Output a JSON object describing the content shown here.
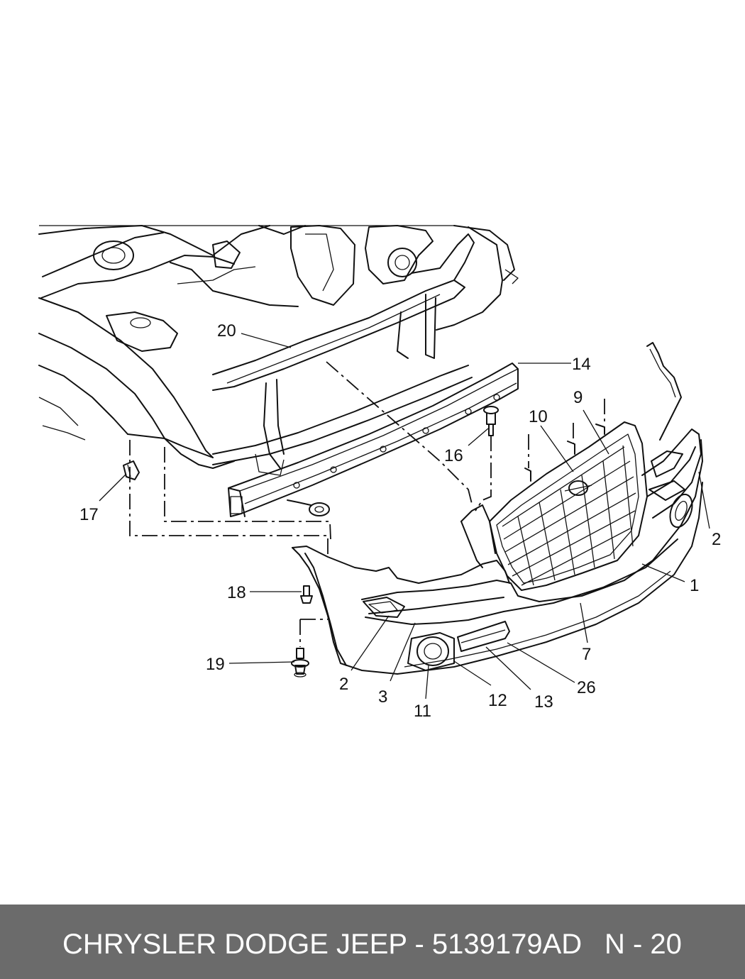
{
  "diagram": {
    "callouts": {
      "c1": "1",
      "c2a": "2",
      "c2b": "2",
      "c3": "3",
      "c7": "7",
      "c9": "9",
      "c10": "10",
      "c11": "11",
      "c12": "12",
      "c13": "13",
      "c14": "14",
      "c16": "16",
      "c17": "17",
      "c18": "18",
      "c19": "19",
      "c20": "20",
      "c26": "26"
    }
  },
  "footer": {
    "part_text": "CHRYSLER DODGE JEEP - 5139179AD",
    "page_text": "N - 20",
    "background": "#6b6b6b",
    "text_color": "#ffffff"
  }
}
